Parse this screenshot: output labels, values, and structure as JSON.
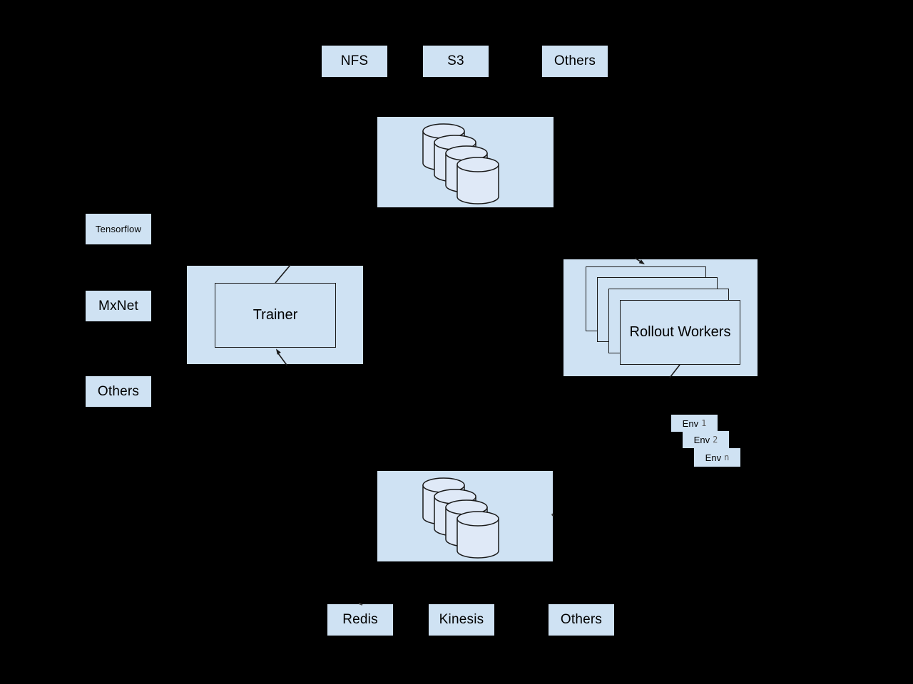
{
  "colors": {
    "background": "#000000",
    "box_fill": "#cfe2f3",
    "cylinder_fill": "#dfe9f7",
    "outline": "#1a1a1a",
    "text": "#000000",
    "muted_text": "#5a5a5a"
  },
  "storage_top": {
    "items": [
      {
        "label": "NFS"
      },
      {
        "label": "S3"
      },
      {
        "label": "Others"
      }
    ]
  },
  "model_store": {
    "icon": "database-cluster"
  },
  "frameworks": {
    "items": [
      {
        "label": "Tensorflow"
      },
      {
        "label": "MxNet"
      },
      {
        "label": "Others"
      }
    ]
  },
  "trainer": {
    "label": "Trainer"
  },
  "rollout_workers": {
    "label": "Rollout Workers"
  },
  "environments": {
    "items": [
      {
        "label": "Env",
        "index": "1"
      },
      {
        "label": "Env",
        "index": "2"
      },
      {
        "label": "Env",
        "index": "n"
      }
    ]
  },
  "experience_store": {
    "icon": "database-cluster"
  },
  "storage_bottom": {
    "items": [
      {
        "label": "Redis"
      },
      {
        "label": "Kinesis"
      },
      {
        "label": "Others"
      }
    ]
  }
}
